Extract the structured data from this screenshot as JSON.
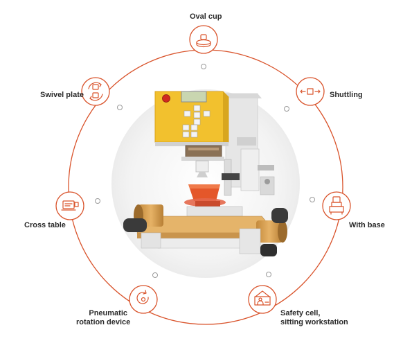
{
  "colors": {
    "accent": "#d9532b",
    "ring": "#d9532b",
    "node_fill": "#ffffff",
    "machine_yellow": "#f2c12e",
    "table_wood": "#e5b46a"
  },
  "center_image": {
    "icon": "pad-printing-machine-photo"
  },
  "options": [
    {
      "id": "oval-cup",
      "label": "Oval cup",
      "icon": "oval-cup-icon"
    },
    {
      "id": "shuttling",
      "label": "Shuttling",
      "icon": "shuttling-icon"
    },
    {
      "id": "with-base",
      "label": "With base",
      "icon": "base-icon"
    },
    {
      "id": "safety-cell",
      "label_lines": [
        "Safety cell,",
        "sitting workstation"
      ],
      "icon": "safety-cell-icon"
    },
    {
      "id": "pneumatic-rotation",
      "label_lines": [
        "Pneumatic",
        "rotation device"
      ],
      "icon": "rotation-icon"
    },
    {
      "id": "cross-table",
      "label": "Cross table",
      "icon": "cross-table-icon"
    },
    {
      "id": "swivel-plate",
      "label": "Swivel plate",
      "icon": "swivel-plate-icon"
    }
  ]
}
